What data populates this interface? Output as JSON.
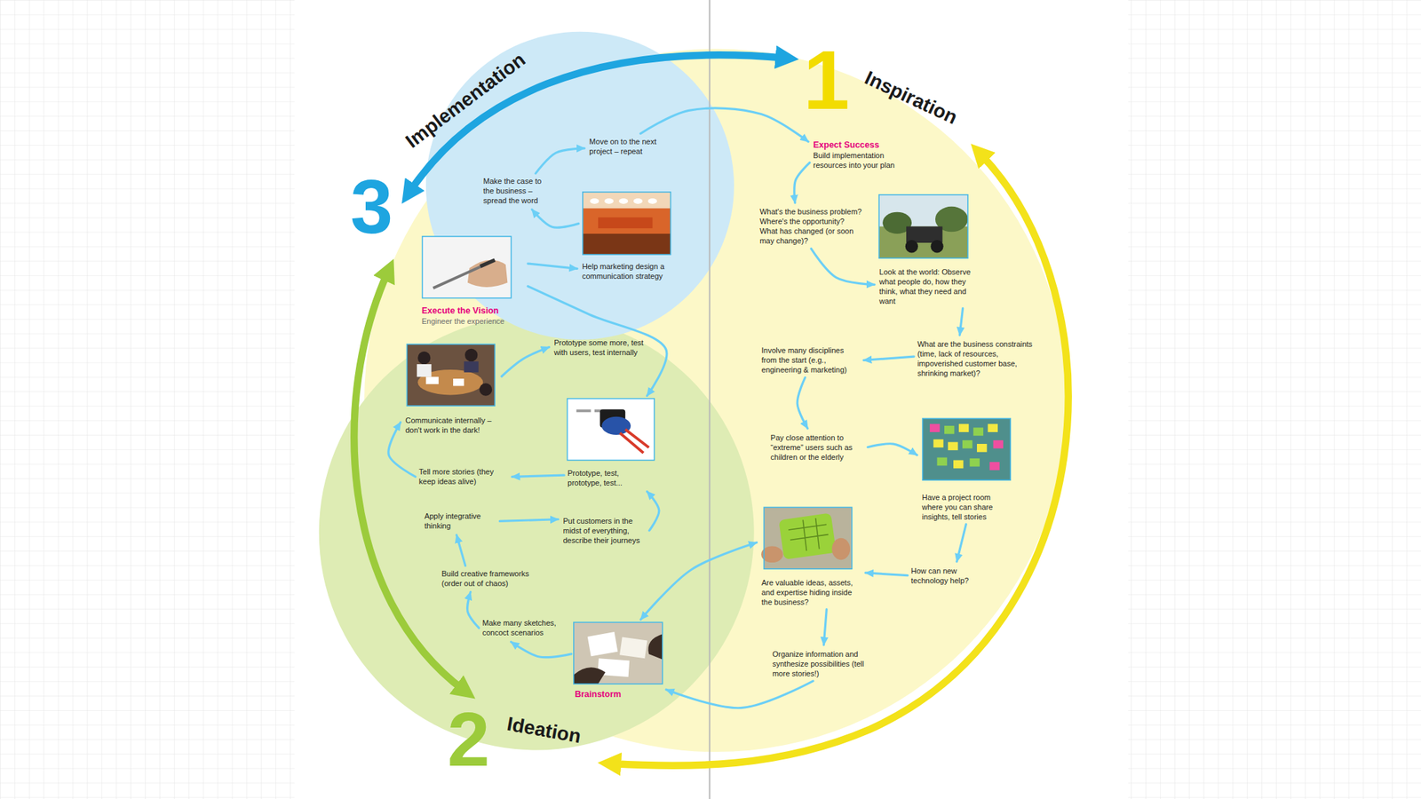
{
  "diagram": {
    "nodes": [
      {
        "text": [
          "Expect Success",
          "Build implementation resources into your plan"
        ]
      },
      {
        "text": [
          "What's the business problem? Where's the opportunity? What has changed (or soon may change)?"
        ]
      },
      {
        "text": [
          "Look at the world: Observe what people do, how they think, what they need and want"
        ]
      },
      {
        "text": [
          "What are the business constraints (time, lack of resources, impoverished customer base, shrinking market)?"
        ]
      },
      {
        "text": [
          "Involve many disciplines from the start (e.g., engineering & marketing)"
        ]
      },
      {
        "text": [
          "Pay close attention to “extreme” users such as children or the elderly"
        ]
      },
      {
        "text": [
          "Have a project room where you can share insights, tell stories"
        ]
      },
      {
        "text": [
          "How can new technology help?"
        ]
      },
      {
        "text": [
          "Are valuable ideas, assets, and expertise hiding inside the business?"
        ]
      },
      {
        "text": [
          "Organize information and synthesize possibilities (tell more stories!)"
        ]
      },
      {
        "text": [
          "Brainstorm"
        ]
      },
      {
        "text": [
          "Make many sketches, concoct scenarios"
        ]
      },
      {
        "text": [
          "Build creative frameworks (order out of chaos)"
        ]
      },
      {
        "text": [
          "Apply integrative thinking"
        ]
      },
      {
        "text": [
          "Put customers in the midst of everything, describe their journeys"
        ]
      },
      {
        "text": [
          "Prototype, test, prototype, test..."
        ]
      },
      {
        "text": [
          "Tell more stories (they keep ideas alive)"
        ]
      },
      {
        "text": [
          "Communicate internally – don't work in the dark!"
        ]
      },
      {
        "text": [
          "Prototype some more, test with users, test internally"
        ]
      },
      {
        "text": [
          "Execute the Vision",
          "Engineer the experience"
        ]
      },
      {
        "text": [
          "Help marketing design a communication strategy"
        ]
      },
      {
        "text": [
          "Make the case to the business – spread the word"
        ]
      },
      {
        "text": [
          "Move on to the next project – repeat"
        ]
      }
    ],
    "edges": [
      {
        "from": 22,
        "to": 0,
        "arrow": "to"
      },
      {
        "from": 0,
        "to": 1,
        "arrow": "to"
      },
      {
        "from": 1,
        "to": 2,
        "arrow": "to"
      },
      {
        "from": 2,
        "to": 3,
        "arrow": "to"
      },
      {
        "from": 3,
        "to": 4,
        "arrow": "to"
      },
      {
        "from": 4,
        "to": 5,
        "arrow": "to"
      },
      {
        "from": 5,
        "to": 6,
        "arrow": "to"
      },
      {
        "from": 6,
        "to": 7,
        "arrow": "to"
      },
      {
        "from": 7,
        "to": 8,
        "arrow": "to"
      },
      {
        "from": 8,
        "to": 9,
        "arrow": "to"
      },
      {
        "from": 9,
        "to": 10,
        "arrow": "to"
      },
      {
        "from": 8,
        "to": 10,
        "arrow": "both"
      },
      {
        "from": 10,
        "to": 11,
        "arrow": "to"
      },
      {
        "from": 11,
        "to": 12,
        "arrow": "to"
      },
      {
        "from": 12,
        "to": 13,
        "arrow": "to"
      },
      {
        "from": 13,
        "to": 14,
        "arrow": "to"
      },
      {
        "from": 14,
        "to": 15,
        "arrow": "to"
      },
      {
        "from": 15,
        "to": 16,
        "arrow": "to"
      },
      {
        "from": 16,
        "to": 17,
        "arrow": "to"
      },
      {
        "from": 17,
        "to": 18,
        "arrow": "to"
      },
      {
        "from": 19,
        "to": 15,
        "arrow": "to"
      },
      {
        "from": 19,
        "to": 20,
        "arrow": "to"
      },
      {
        "from": 20,
        "to": 21,
        "arrow": "to"
      },
      {
        "from": 21,
        "to": 22,
        "arrow": "to"
      }
    ],
    "labels": [
      "1",
      "Inspiration",
      "2",
      "Ideation",
      "3",
      "Implementation"
    ]
  }
}
